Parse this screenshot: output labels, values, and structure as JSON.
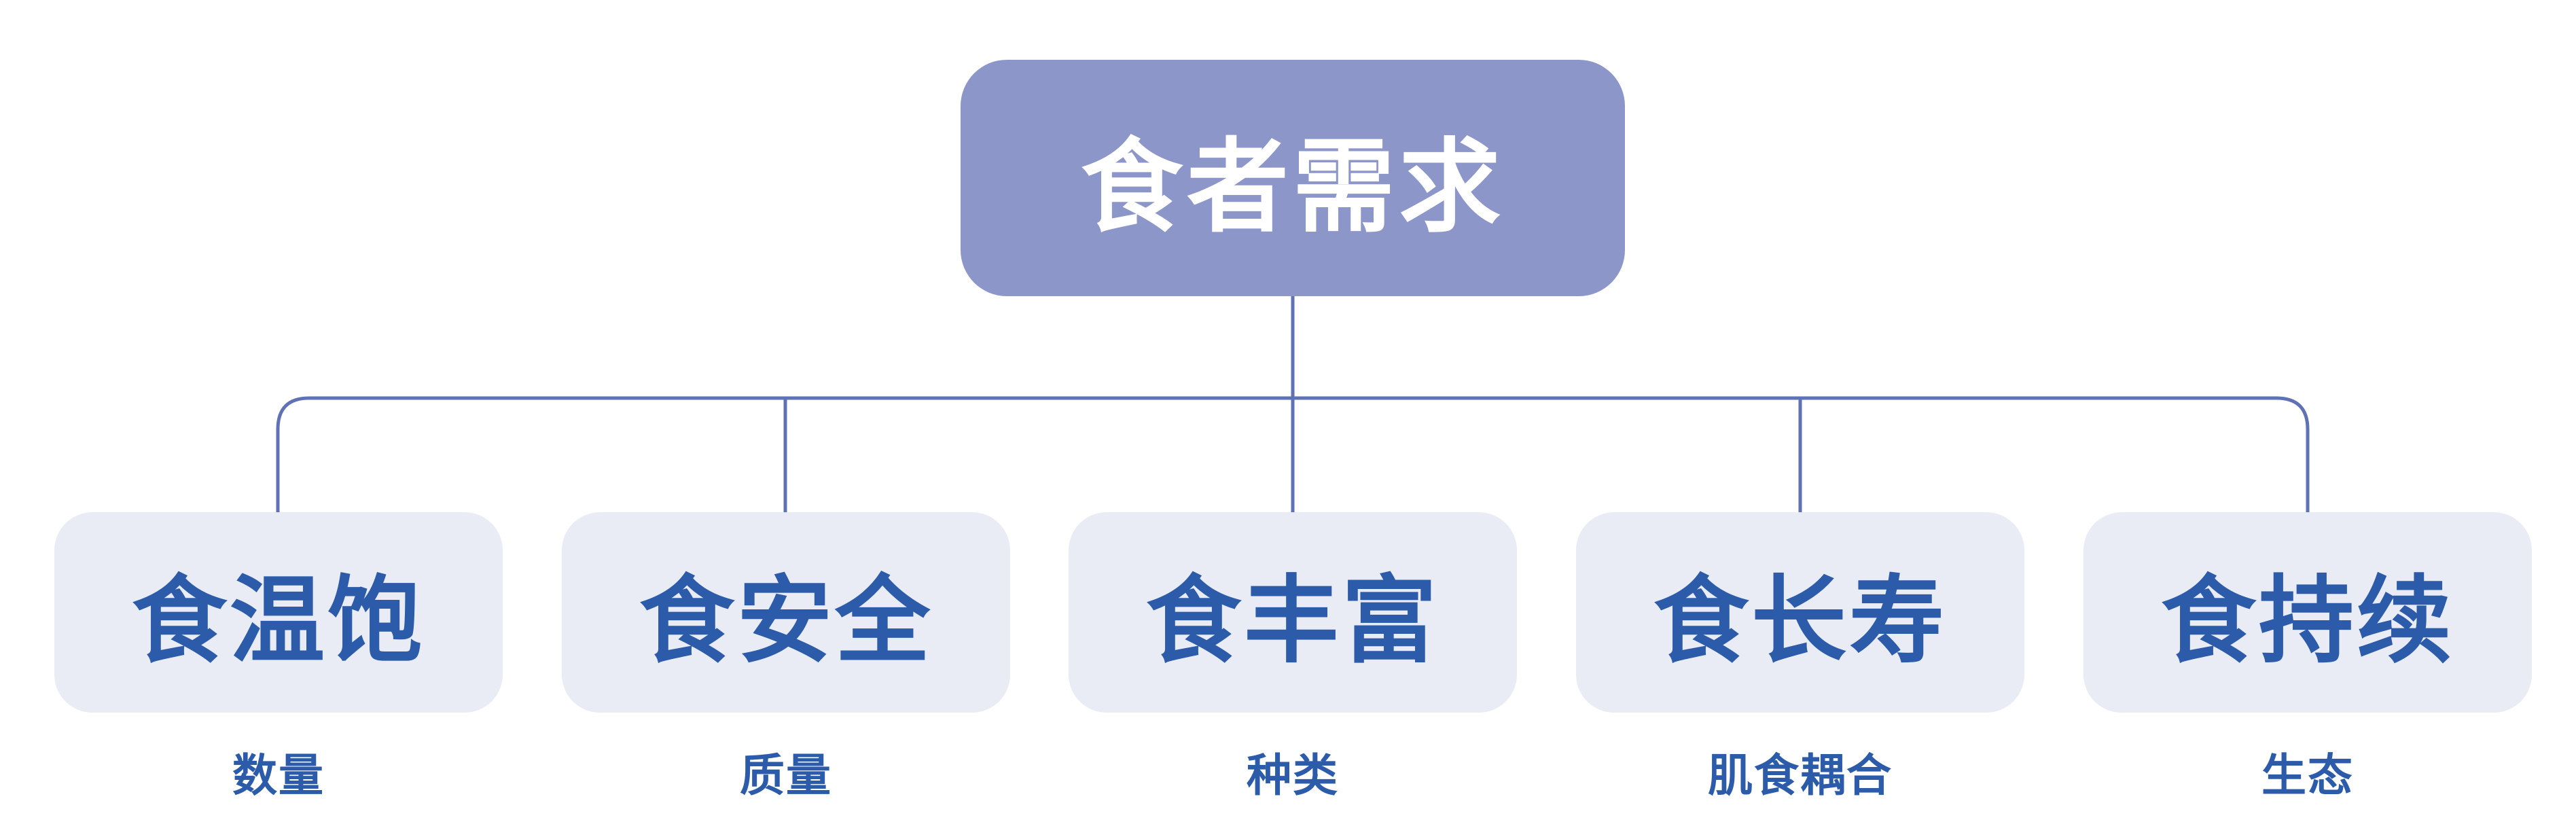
{
  "diagram": {
    "root": {
      "label": "食者需求"
    },
    "children": [
      {
        "label": "食温饱",
        "sublabel": "数量"
      },
      {
        "label": "食安全",
        "sublabel": "质量"
      },
      {
        "label": "食丰富",
        "sublabel": "种类"
      },
      {
        "label": "食长寿",
        "sublabel": "肌食耦合"
      },
      {
        "label": "食持续",
        "sublabel": "生态"
      }
    ]
  },
  "colors": {
    "root-fill": "#8c96c9",
    "root-text": "#ffffff",
    "child-fill": "#e9ebf5",
    "child-text": "#2b5ba9",
    "connector": "#5f72b6",
    "background": "#ffffff"
  }
}
